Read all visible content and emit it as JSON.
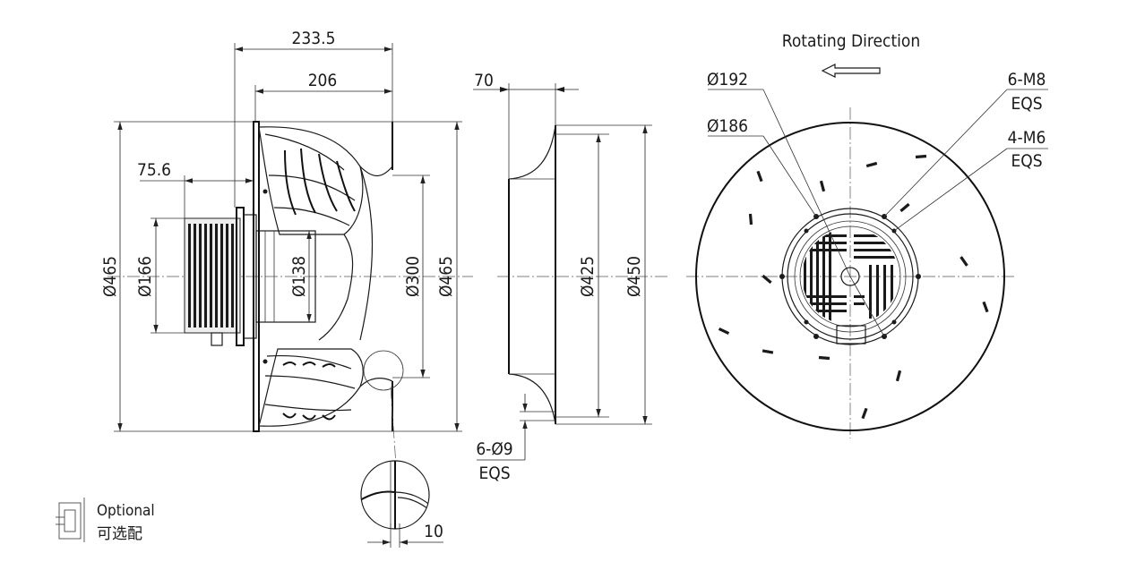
{
  "side_view": {
    "dim_total_length": "233.5",
    "dim_impeller_length": "206",
    "dim_motor_offset": "75.6",
    "dim_outer_dia": "Ø465",
    "dim_motor_dia": "Ø166",
    "dim_hub_dia": "Ø138",
    "dim_inlet_dia": "Ø300",
    "dim_impeller_dia": "Ø465"
  },
  "inlet_ring": {
    "dim_width": "70",
    "dim_inner_dia": "Ø425",
    "dim_outer_dia": "Ø450",
    "dim_holes": "6-Ø9",
    "dim_holes_note": "EQS"
  },
  "detail": {
    "dim_gap": "10"
  },
  "front_view": {
    "rotating_direction": "Rotating Direction",
    "dim_pcd_large": "Ø192",
    "dim_pcd_small": "Ø186",
    "callout_m8": "6-M8",
    "callout_m8_note": "EQS",
    "callout_m6": "4-M6",
    "callout_m6_note": "EQS"
  },
  "legend": {
    "optional_en": "Optional",
    "optional_cn": "可选配"
  }
}
